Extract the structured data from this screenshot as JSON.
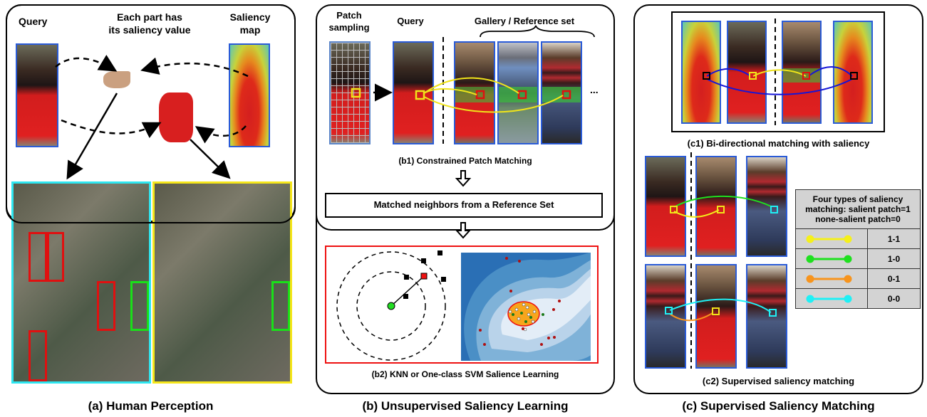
{
  "panel_a": {
    "labels": {
      "query": "Query",
      "each_part_line1": "Each part has",
      "each_part_line2": "its saliency value",
      "saliency_line1": "Saliency",
      "saliency_line2": "map"
    },
    "caption": "(a) Human Perception",
    "gallery_left_border": "#2ee6f0",
    "gallery_right_border": "#f5e61a",
    "highlight_red": "#e01010",
    "highlight_green": "#19e019"
  },
  "panel_b": {
    "labels": {
      "patch_line1": "Patch",
      "patch_line2": "sampling",
      "query": "Query",
      "gallery": "Gallery / Reference set",
      "ellipsis": "...",
      "b1": "(b1) Constrained Patch Matching",
      "matched": "Matched neighbors from a Reference Set",
      "b2": "(b2) KNN or One-class SVM Salience Learning"
    },
    "caption": "(b) Unsupervised Saliency Learning",
    "match_line_color": "#f0e41a",
    "stripe_color": "#3dbf3d"
  },
  "panel_c": {
    "labels": {
      "c1": "(c1) Bi-directional matching with saliency",
      "c2": "(c2) Supervised saliency matching"
    },
    "caption": "(c) Supervised Saliency Matching",
    "legend": {
      "header_line1": "Four types of saliency",
      "header_line2": "matching: salient patch=1",
      "header_line3": "none-salient patch=0",
      "rows": [
        {
          "color": "#f5f01a",
          "value": "1-1"
        },
        {
          "color": "#1fe01f",
          "value": "1-0"
        },
        {
          "color": "#f7941d",
          "value": "0-1"
        },
        {
          "color": "#1ff0f5",
          "value": "0-0"
        }
      ]
    }
  }
}
